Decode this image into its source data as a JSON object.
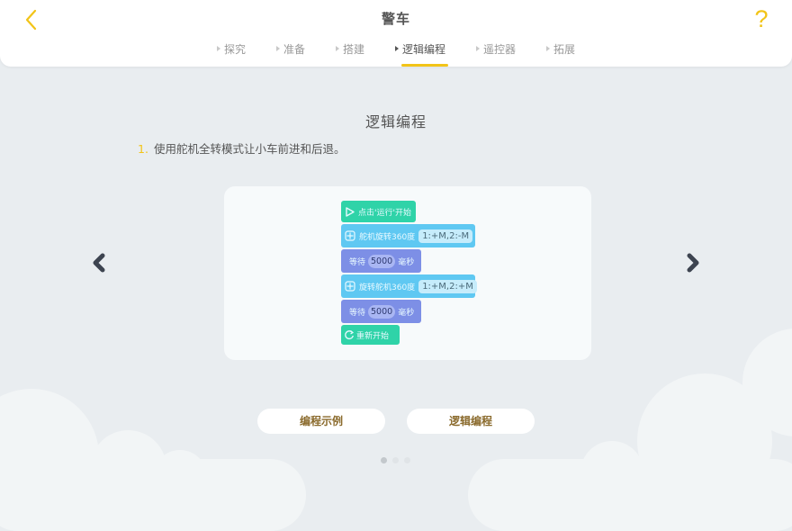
{
  "header": {
    "title": "警车",
    "back_icon": "chevron-left-icon",
    "help_icon": "question-mark-icon",
    "help_label": "?",
    "tabs": [
      {
        "label": "探究",
        "active": false
      },
      {
        "label": "准备",
        "active": false
      },
      {
        "label": "搭建",
        "active": false
      },
      {
        "label": "逻辑编程",
        "active": true
      },
      {
        "label": "遥控器",
        "active": false
      },
      {
        "label": "拓展",
        "active": false
      }
    ]
  },
  "main": {
    "section_title": "逻辑编程",
    "instruction": {
      "number": "1.",
      "text": "使用舵机全转模式让小车前进和后退。"
    },
    "code_blocks": [
      {
        "type": "start",
        "label": "点击'运行'开始",
        "icon": "play-icon"
      },
      {
        "type": "servo",
        "label": "舵机旋转360度",
        "value": "1:+M,2:-M",
        "icon": "servo-icon"
      },
      {
        "type": "wait",
        "prefix": "等待",
        "value": "5000",
        "suffix": "毫秒"
      },
      {
        "type": "servo",
        "label": "旋转舵机360度",
        "value": "1:+M,2:+M",
        "icon": "servo-icon"
      },
      {
        "type": "wait",
        "prefix": "等待",
        "value": "5000",
        "suffix": "毫秒"
      },
      {
        "type": "restart",
        "label": "重新开始",
        "icon": "refresh-icon"
      }
    ],
    "prev_icon": "chevron-left-icon",
    "next_icon": "chevron-right-icon",
    "buttons": [
      {
        "label": "编程示例"
      },
      {
        "label": "逻辑编程"
      }
    ],
    "pagination": {
      "total": 3,
      "current": 1
    }
  },
  "colors": {
    "accent": "#f2c418",
    "background": "#e9edf0",
    "start_block": "#2fd3a8",
    "servo_block": "#5fc8f2",
    "wait_block": "#7d8fe6",
    "button_text": "#8a6a2c"
  }
}
